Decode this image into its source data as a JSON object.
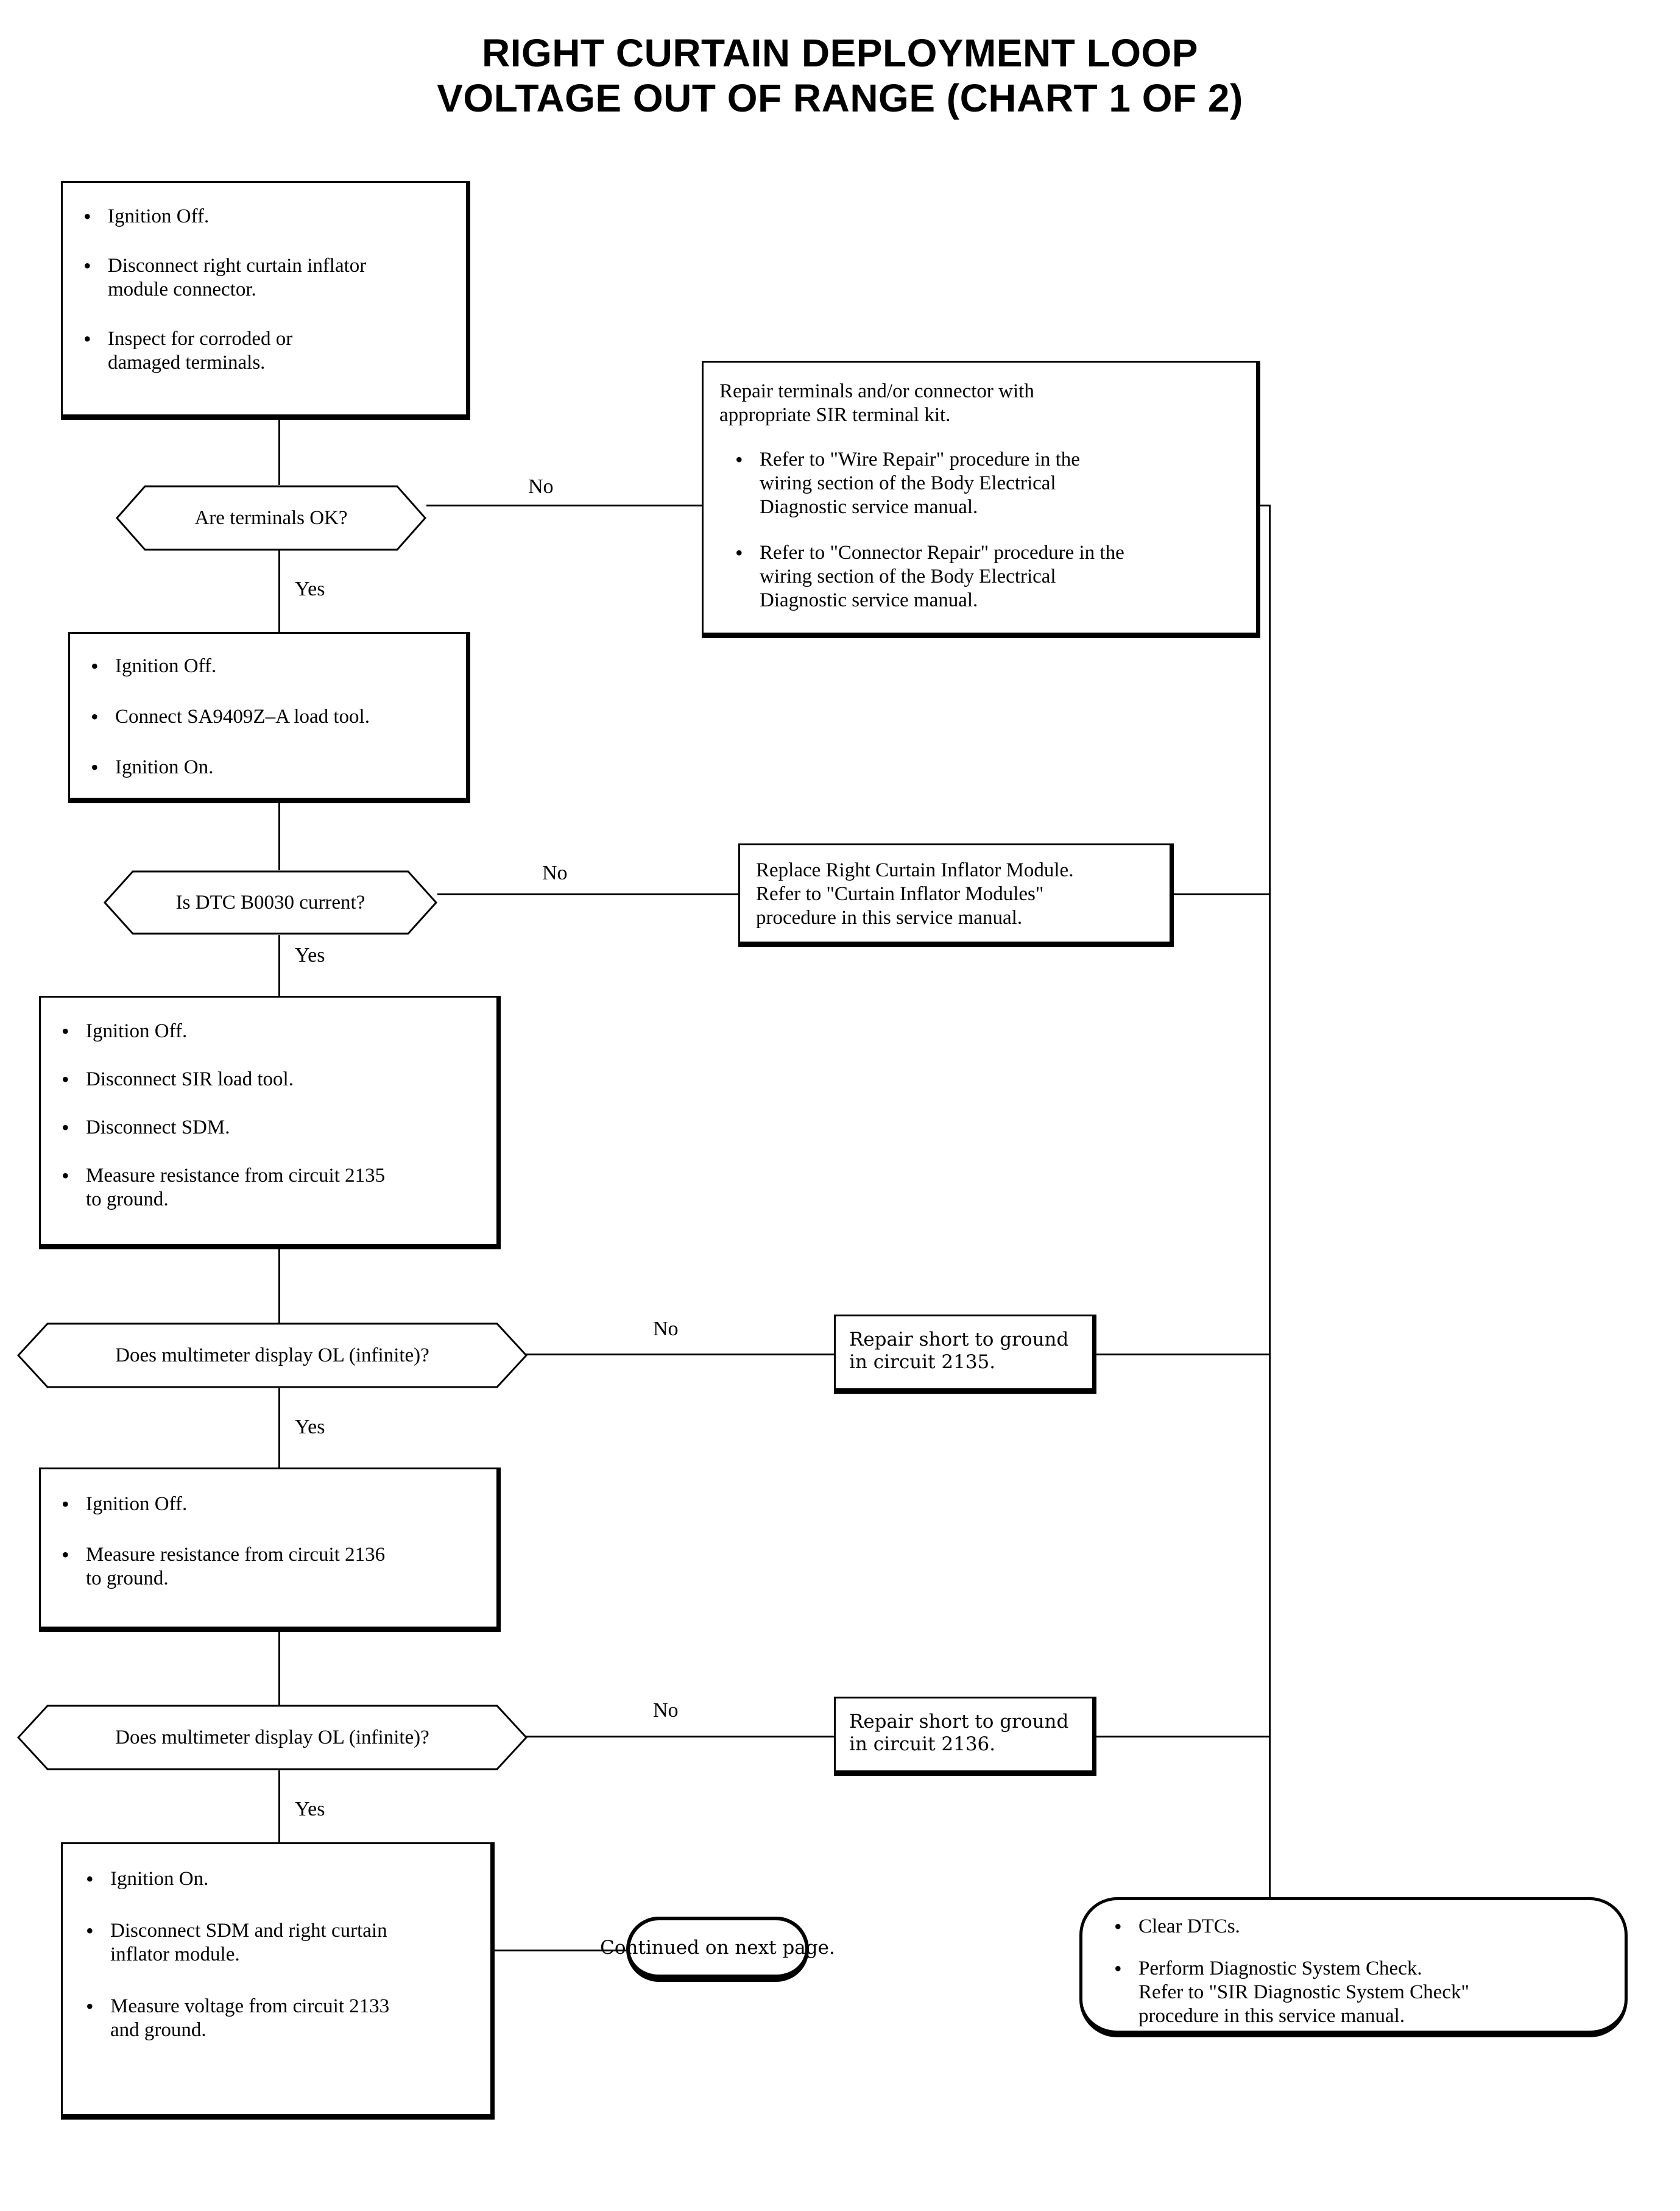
{
  "title": {
    "line1": "RIGHT CURTAIN DEPLOYMENT LOOP",
    "line2": "VOLTAGE OUT OF RANGE (CHART 1 OF 2)"
  },
  "nodes": {
    "step1": {
      "kind": "process",
      "bullets": [
        "Ignition Off.",
        "Disconnect right curtain inflator\nmodule connector.",
        "Inspect for corroded or\ndamaged terminals."
      ]
    },
    "decision1": {
      "kind": "decision",
      "text": "Are terminals OK?"
    },
    "repair_terminals": {
      "kind": "process",
      "lead": "Repair terminals and/or connector with\nappropriate SIR terminal kit.",
      "bullets": [
        "Refer to \"Wire Repair\" procedure in the\nwiring section of the Body Electrical\nDiagnostic service manual.",
        "Refer to \"Connector Repair\" procedure in the\nwiring section of the Body Electrical\nDiagnostic service manual."
      ]
    },
    "step2": {
      "kind": "process",
      "bullets": [
        "Ignition Off.",
        "Connect SA9409Z–A load tool.",
        "Ignition On."
      ]
    },
    "decision2": {
      "kind": "decision",
      "text": "Is DTC B0030 current?"
    },
    "replace_module": {
      "kind": "process",
      "text": "Replace Right Curtain Inflator Module.\nRefer to \"Curtain Inflator Modules\"\nprocedure in this service manual."
    },
    "step3": {
      "kind": "process",
      "bullets": [
        "Ignition Off.",
        "Disconnect SIR load tool.",
        "Disconnect SDM.",
        "Measure resistance from circuit 2135\nto ground."
      ]
    },
    "decision3": {
      "kind": "decision",
      "text": "Does multimeter display OL (infinite)?"
    },
    "repair_short_2135": {
      "kind": "process",
      "text": "Repair short to ground\nin circuit 2135."
    },
    "step4": {
      "kind": "process",
      "bullets": [
        "Ignition Off.",
        "Measure resistance from circuit 2136\nto ground."
      ]
    },
    "decision4": {
      "kind": "decision",
      "text": "Does multimeter display OL (infinite)?"
    },
    "repair_short_2136": {
      "kind": "process",
      "text": "Repair short to ground\nin circuit 2136."
    },
    "step5": {
      "kind": "process",
      "bullets": [
        "Ignition On.",
        "Disconnect SDM and right curtain\ninflator module.",
        "Measure voltage from circuit 2133\nand ground."
      ]
    },
    "continued": {
      "kind": "terminator",
      "text": "Continued on next page."
    },
    "clear_dtcs": {
      "kind": "terminator",
      "bullets": [
        "Clear DTCs.",
        "Perform Diagnostic System Check.\nRefer to \"SIR Diagnostic System Check\"\nprocedure in this service manual."
      ]
    }
  },
  "edge_labels": {
    "no_1": "No",
    "yes_1": "Yes",
    "no_2": "No",
    "yes_2": "Yes",
    "no_3": "No",
    "yes_3": "Yes",
    "no_4": "No",
    "yes_4": "Yes"
  },
  "colors": {
    "ink": "#000000",
    "paper": "#ffffff"
  }
}
